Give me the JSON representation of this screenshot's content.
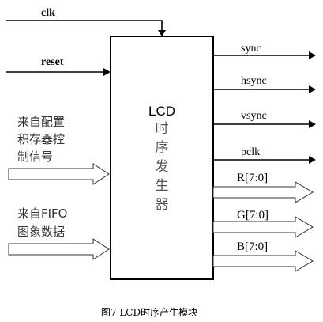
{
  "inputs": {
    "clk": "clk",
    "reset": "reset",
    "config_lines": [
      "来自配置",
      "积存器控",
      "制信号"
    ],
    "fifo_lines": [
      "来自FIFO",
      "图象数据"
    ]
  },
  "block": {
    "title": "LCD",
    "chars": [
      "时",
      "序",
      "发",
      "生",
      "器"
    ]
  },
  "outputs": {
    "sync": "sync",
    "hsync": "hsync",
    "vsync": "vsync",
    "pclk": "pclk",
    "r": "R[7:0]",
    "g": "G[7:0]",
    "b": "B[7:0]"
  },
  "caption": "图7 LCD时序产生模块",
  "colors": {
    "line": "#000000",
    "text_dim": "#555555",
    "background": "#ffffff"
  }
}
